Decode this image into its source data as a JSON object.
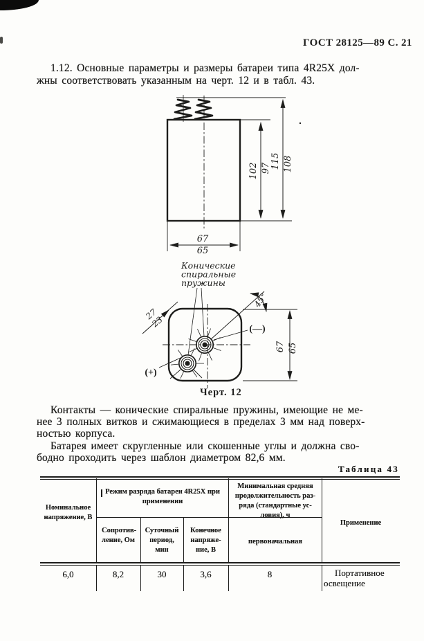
{
  "page_header": "ГОСТ 28125—89 С. 21",
  "intro": {
    "line1": "1.12. Основные параметры и размеры батареи типа 4R25X дол-",
    "line2": "жны соответствовать указанным на черт. 12 и в табл. 43."
  },
  "figure": {
    "caption": "Черт. 12",
    "springs_label": {
      "l1": "Конические",
      "l2": "спиральные",
      "l3": "пружины"
    },
    "front_view": {
      "height_inner": "102",
      "height_inner_min": "97",
      "height_outer": "115",
      "height_outer_min": "108",
      "width": "67",
      "width_min": "65"
    },
    "top_view": {
      "diag": "27",
      "diag_min": "23",
      "angle": "45°",
      "minus": "(—)",
      "plus": "(+)",
      "side": "67",
      "side_min": "65"
    }
  },
  "contacts_para": {
    "line1": "Контакты — конические спиральные пружины, имеющие не ме-",
    "line2": "нее 3 полных витков и сжимающиеся в пределах 3 мм над поверх-",
    "line3": "ностью корпуса."
  },
  "gauge_para": {
    "line1": "Батарея имеет скругленные или скошенные углы и должна сво-",
    "line2": "бодно проходить через шаблон диаметром 82,6 мм."
  },
  "table": {
    "label": "Таблица 43",
    "headers": {
      "nominal_voltage": "Номинальное напряжение, В",
      "discharge_mode": "Режим разряда батареи 4R25X при применении",
      "resistance": "Сопротив-ление, Ом",
      "daily_period": "Суточный период, мин",
      "final_voltage": "Конечное напряже-ние, В",
      "min_duration": "Минимальная средняя продолжительность раз-ряда (стандартные ус-ловия), ч",
      "initial": "первоначальная",
      "application": "Применение"
    },
    "row": {
      "nominal_voltage": "6,0",
      "resistance": "8,2",
      "daily_period": "30",
      "final_voltage": "3,6",
      "initial": "8",
      "application": "Портативное освещение"
    }
  }
}
